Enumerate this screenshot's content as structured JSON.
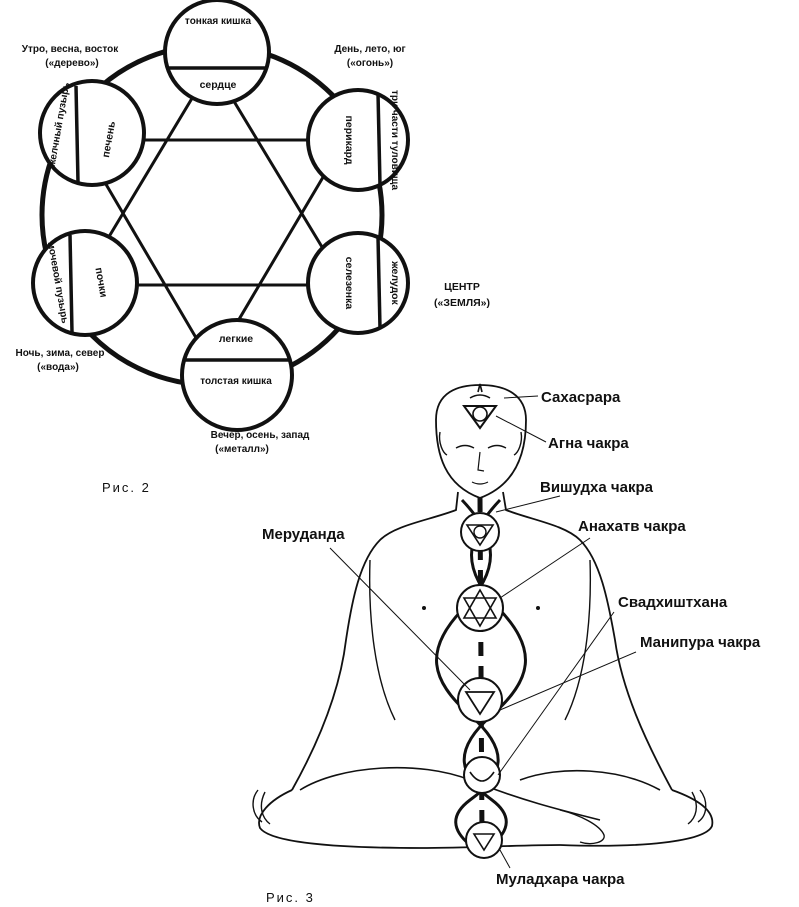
{
  "figure2": {
    "caption": "Рис. 2",
    "elements": {
      "wood": {
        "line1": "Утро, весна, восток",
        "line2": "(«дерево»)"
      },
      "fire": {
        "line1": "День, лето, юг",
        "line2": "(«огонь»)"
      },
      "earth": {
        "line1": "ЦЕНТР",
        "line2": "(«ЗЕМЛЯ»)"
      },
      "metal": {
        "line1": "Вечер, осень, запад",
        "line2": "(«металл»)"
      },
      "water": {
        "line1": "Ночь, зима, север",
        "line2": "(«вода»)"
      }
    },
    "organs": {
      "small_intestine": "тонкая кишка",
      "heart": "сердце",
      "triple_burner": "три части туловища",
      "pericardium": "перикард",
      "stomach": "желудок",
      "spleen": "селезенка",
      "lungs": "легкие",
      "large_intestine": "толстая кишка",
      "kidneys": "почки",
      "bladder": "мочевой пузырь",
      "liver": "печень",
      "gallbladder": "желчный пузырь"
    }
  },
  "figure3": {
    "caption": "Рис. 3",
    "labels": {
      "sahasrara": "Сахасрара",
      "agna": "Агна чакра",
      "vishuddha": "Вишудха чакра",
      "merudanda": "Меруданда",
      "anahata": "Анахатв чакра",
      "svadhishthana": "Свадхиштхана",
      "manipura": "Манипура чакра",
      "muladhara": "Муладхара чакра"
    }
  }
}
